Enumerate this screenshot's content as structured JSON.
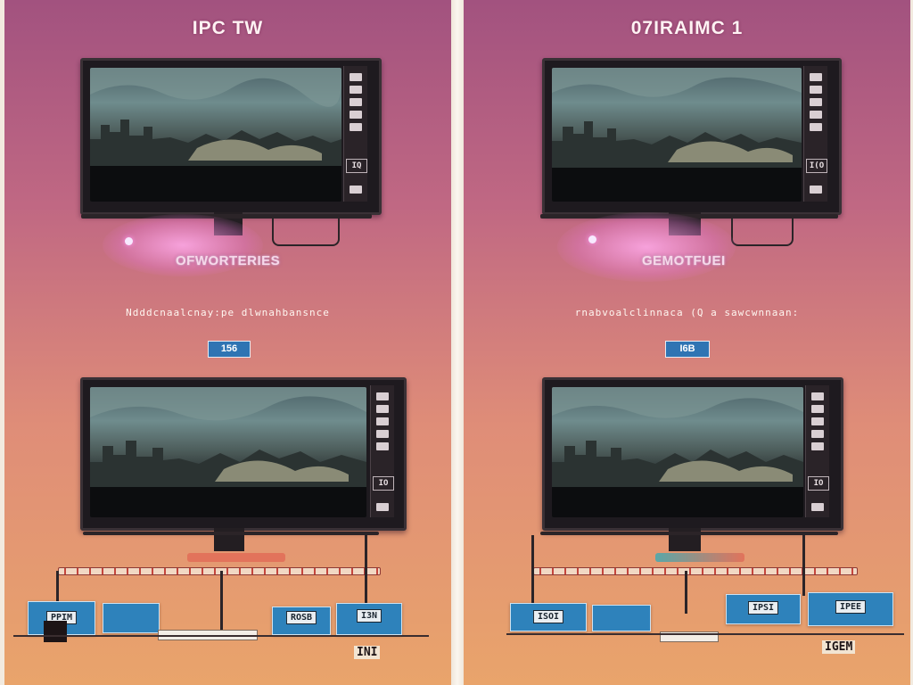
{
  "panels": [
    {
      "title": "IPC TW",
      "top_tv": {
        "side_badge": "IQ"
      },
      "brand": "OFWORTERIES",
      "caption": "Ndddcnaalcnay:pe dlwnahbansnce",
      "chip": "156",
      "bottom_tv": {
        "side_badge": "IO"
      },
      "modules": [
        "PPIM",
        "ROSB",
        "I3N"
      ],
      "foot_label": "INI"
    },
    {
      "title": "07IRAIMC 1",
      "top_tv": {
        "side_badge": "I(O"
      },
      "brand": "GEMOTFUEI",
      "caption": "rnabvoalclinnaca (Q a sawcwnnaan:",
      "chip": "I6B",
      "bottom_tv": {
        "side_badge": "IO"
      },
      "modules": [
        "ISOI",
        "IPSI",
        "IPEE"
      ],
      "foot_label": "IGEM"
    }
  ],
  "colors": {
    "background_top": "#a2527f",
    "background_bottom": "#e9a46b",
    "chip_blue": "#2f74b3",
    "module_blue": "#2e82bb"
  },
  "icons": [
    "tv-icon",
    "lamp-icon",
    "device-module-icon"
  ]
}
